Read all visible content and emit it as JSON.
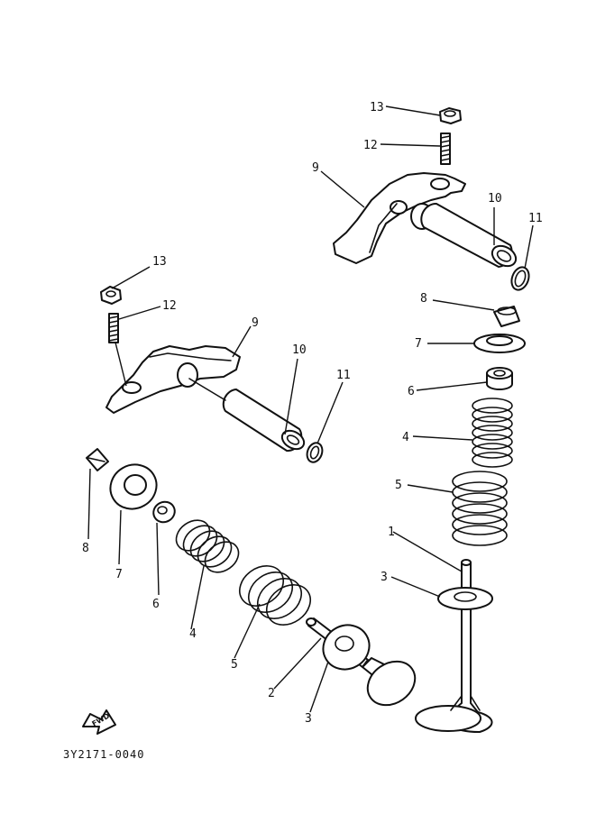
{
  "drawing_code": "3Y2171-0040",
  "fwd_label": "FWD",
  "parts": {
    "rocker_arm": "9",
    "rocker_shaft": "10",
    "o_ring": "11",
    "adjusting_screw": "12",
    "lock_nut": "13",
    "valve_cotter": "8",
    "valve_retainer": "7",
    "valve_stem_seal": "6",
    "inner_valve_spring": "4",
    "outer_valve_spring": "5",
    "spring_seat": "3",
    "exhaust_valve": "1",
    "intake_valve": "2"
  }
}
